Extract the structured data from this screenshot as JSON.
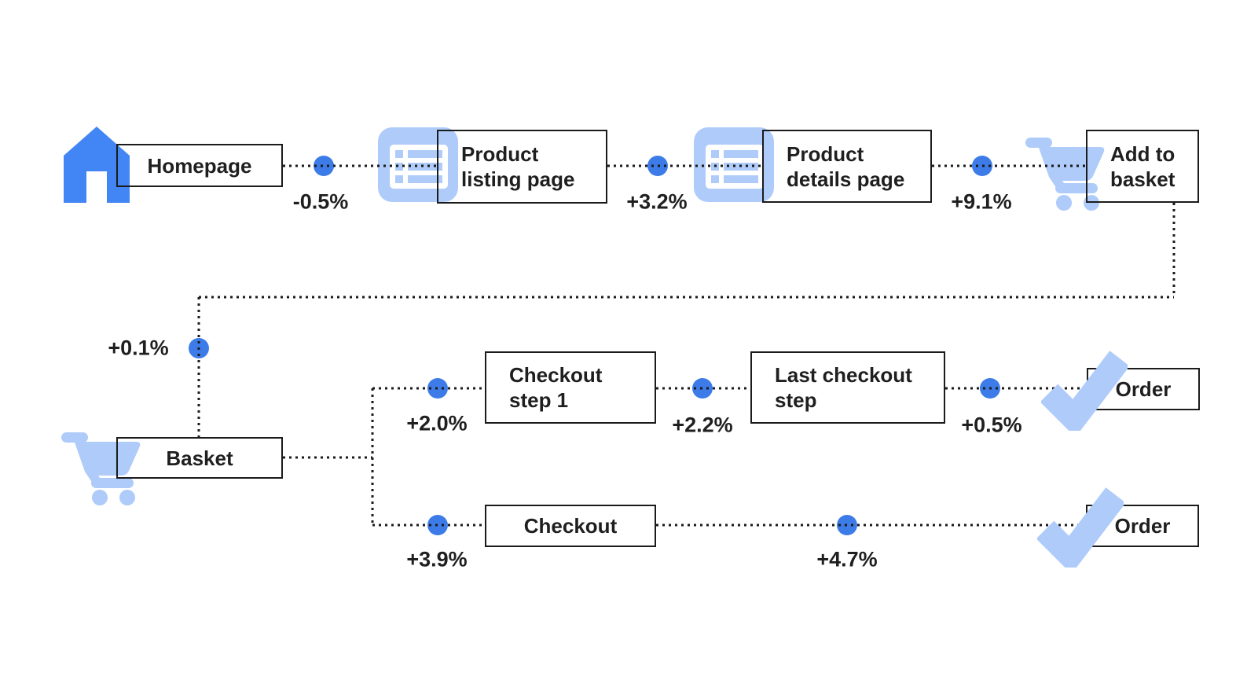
{
  "diagram": {
    "colors": {
      "primary_blue": "#4285F4",
      "dot_blue": "#3D7CE8",
      "light_blue": "#AECBFA",
      "line_black": "#1B1B1B",
      "text": "#1F1F1F",
      "background": "#FFFFFF"
    },
    "nodes": {
      "homepage": {
        "label": "Homepage",
        "icon": "home-icon"
      },
      "product_listing_page": {
        "line1": "Product",
        "line2": "listing page",
        "icon": "list-page-icon"
      },
      "product_details_page": {
        "line1": "Product",
        "line2": "details page",
        "icon": "list-page-icon"
      },
      "add_to_basket": {
        "line1": "Add to",
        "line2": "basket",
        "icon": "shopping-cart-icon"
      },
      "basket": {
        "label": "Basket",
        "icon": "shopping-cart-icon"
      },
      "checkout_step_1": {
        "line1": "Checkout",
        "line2": "step 1"
      },
      "last_checkout_step": {
        "line1": "Last checkout",
        "line2": "step"
      },
      "order_top": {
        "label": "Order",
        "icon": "checkmark-icon"
      },
      "checkout": {
        "label": "Checkout"
      },
      "order_bottom": {
        "label": "Order",
        "icon": "checkmark-icon"
      }
    },
    "edges": [
      {
        "from": "Homepage",
        "to": "Product listing page",
        "delta": "-0.5%"
      },
      {
        "from": "Product listing page",
        "to": "Product details page",
        "delta": "+3.2%"
      },
      {
        "from": "Product details page",
        "to": "Add to basket",
        "delta": "+9.1%"
      },
      {
        "from": "Add to basket",
        "to": "Basket",
        "delta": "+0.1%"
      },
      {
        "from": "Basket",
        "to": "Checkout step 1",
        "delta": "+2.0%"
      },
      {
        "from": "Checkout step 1",
        "to": "Last checkout step",
        "delta": "+2.2%"
      },
      {
        "from": "Last checkout step",
        "to": "Order",
        "delta": "+0.5%"
      },
      {
        "from": "Basket",
        "to": "Checkout",
        "delta": "+3.9%"
      },
      {
        "from": "Checkout",
        "to": "Order",
        "delta": "+4.7%"
      }
    ]
  }
}
